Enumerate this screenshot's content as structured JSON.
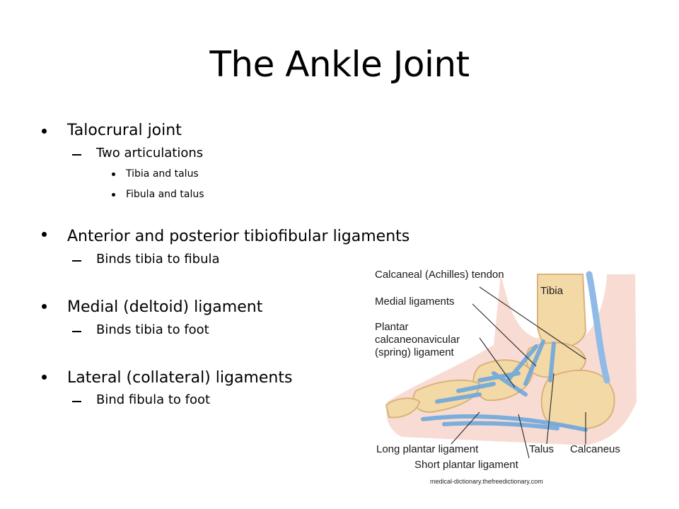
{
  "slide": {
    "title": "The Ankle Joint",
    "bullets": [
      {
        "text": "Talocrural joint"
      },
      {
        "text": "Two articulations"
      },
      {
        "text": "Tibia and talus"
      },
      {
        "text": "Fibula and talus"
      },
      {
        "text": "Anterior and posterior tibiofibular ligaments"
      },
      {
        "text": "Binds tibia to fibula"
      },
      {
        "text": "Medial (deltoid) ligament"
      },
      {
        "text": "Binds tibia to foot"
      },
      {
        "text": "Lateral (collateral) ligaments"
      },
      {
        "text": "Bind fibula to foot"
      }
    ],
    "figure": {
      "labels": {
        "achilles": "Calcaneal (Achilles) tendon",
        "tibia": "Tibia",
        "medial": "Medial ligaments",
        "plantar1": "Plantar",
        "plantar2": "calcaneonavicular",
        "plantar3": "(spring) ligament",
        "long_plantar": "Long plantar ligament",
        "talus": "Talus",
        "calcaneus": "Calcaneus",
        "short_plantar": "Short plantar ligament"
      },
      "credit": "medical-dictionary.thefreedictionary.com"
    },
    "colors": {
      "bone": "#f3d9a6",
      "bone_shadow": "#d9b27a",
      "ligament": "#6fa8dc",
      "skin": "#f7d6cc"
    }
  }
}
